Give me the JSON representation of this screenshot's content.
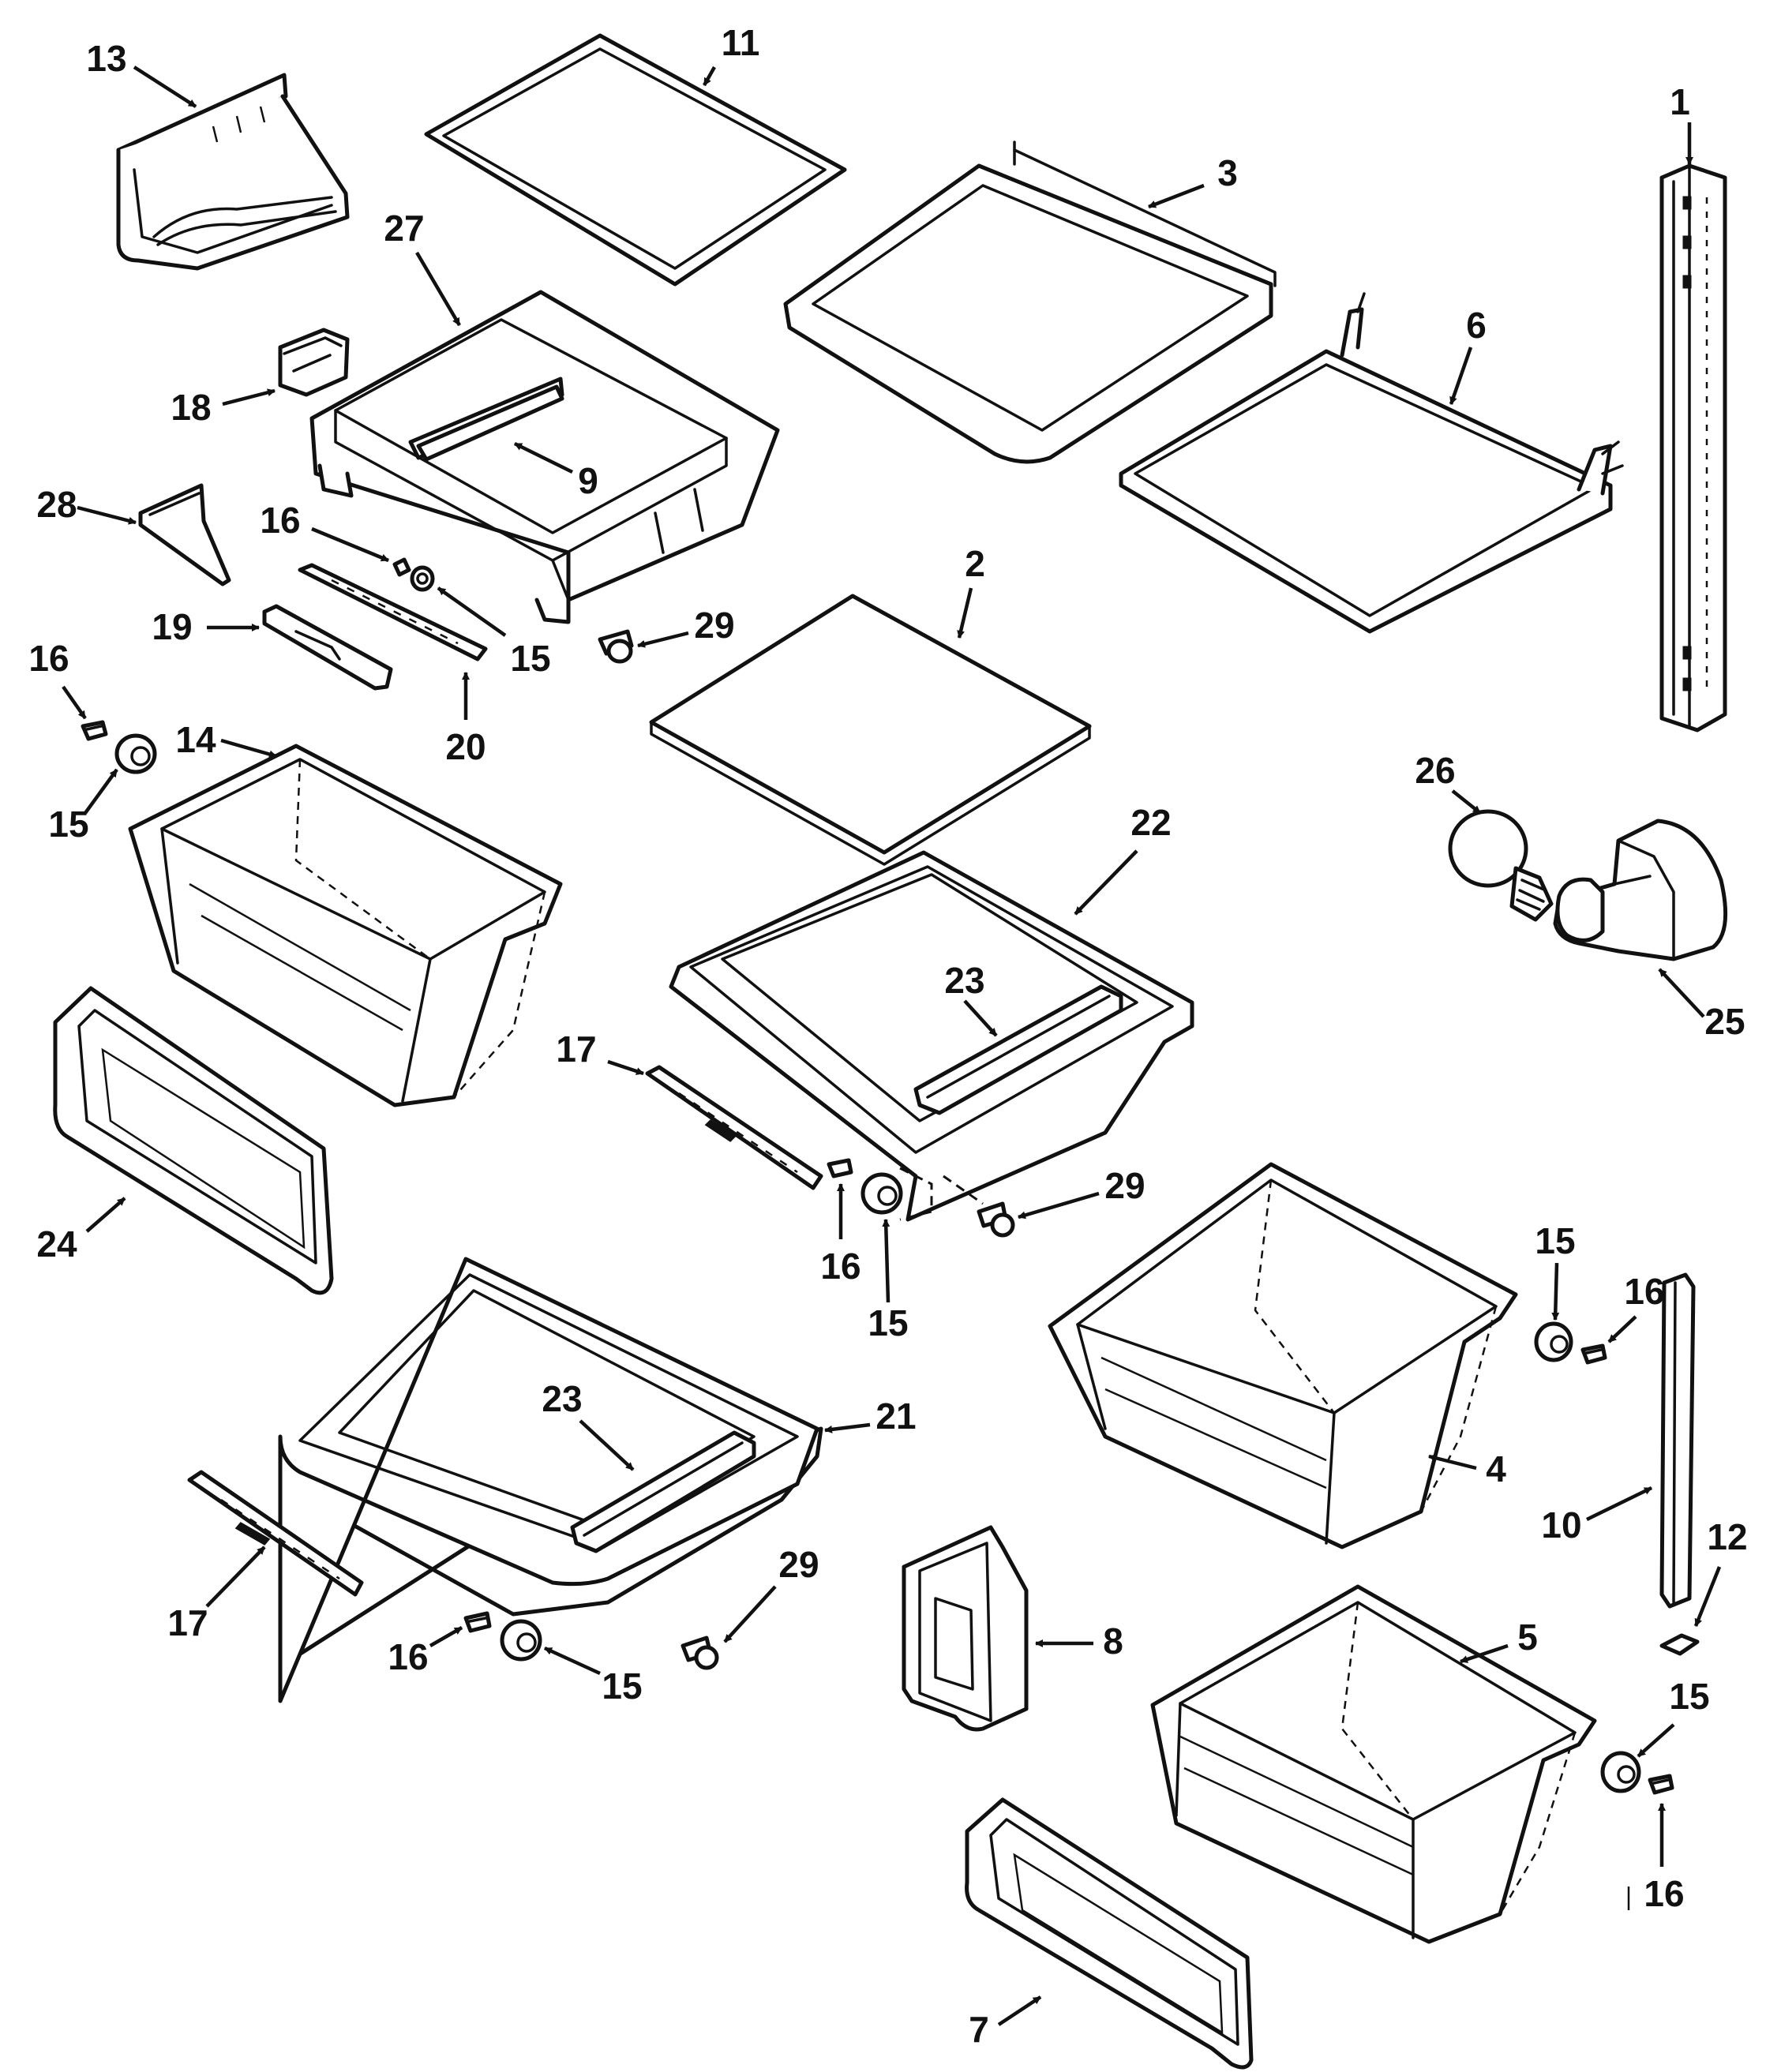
{
  "colors": {
    "ink": "#111111",
    "paper": "#ffffff"
  },
  "labels": [
    {
      "id": "l1",
      "text": "1"
    },
    {
      "id": "l2",
      "text": "2"
    },
    {
      "id": "l3",
      "text": "3"
    },
    {
      "id": "l4",
      "text": "4"
    },
    {
      "id": "l5",
      "text": "5"
    },
    {
      "id": "l6",
      "text": "6"
    },
    {
      "id": "l7",
      "text": "7"
    },
    {
      "id": "l8",
      "text": "8"
    },
    {
      "id": "l9",
      "text": "9"
    },
    {
      "id": "l10",
      "text": "10"
    },
    {
      "id": "l11",
      "text": "11"
    },
    {
      "id": "l12",
      "text": "12"
    },
    {
      "id": "l13",
      "text": "13"
    },
    {
      "id": "l14",
      "text": "14"
    },
    {
      "id": "l15a",
      "text": "15"
    },
    {
      "id": "l15b",
      "text": "15"
    },
    {
      "id": "l15c",
      "text": "15"
    },
    {
      "id": "l15d",
      "text": "15"
    },
    {
      "id": "l15e",
      "text": "15"
    },
    {
      "id": "l15f",
      "text": "15"
    },
    {
      "id": "l16a",
      "text": "16"
    },
    {
      "id": "l16b",
      "text": "16"
    },
    {
      "id": "l16c",
      "text": "16"
    },
    {
      "id": "l16d",
      "text": "16"
    },
    {
      "id": "l16e",
      "text": "16"
    },
    {
      "id": "l16f",
      "text": "16"
    },
    {
      "id": "l17a",
      "text": "17"
    },
    {
      "id": "l17b",
      "text": "17"
    },
    {
      "id": "l18",
      "text": "18"
    },
    {
      "id": "l19",
      "text": "19"
    },
    {
      "id": "l20",
      "text": "20"
    },
    {
      "id": "l21",
      "text": "21"
    },
    {
      "id": "l22",
      "text": "22"
    },
    {
      "id": "l23a",
      "text": "23"
    },
    {
      "id": "l23b",
      "text": "23"
    },
    {
      "id": "l24",
      "text": "24"
    },
    {
      "id": "l25",
      "text": "25"
    },
    {
      "id": "l26",
      "text": "26"
    },
    {
      "id": "l27",
      "text": "27"
    },
    {
      "id": "l28",
      "text": "28"
    },
    {
      "id": "l29a",
      "text": "29"
    },
    {
      "id": "l29b",
      "text": "29"
    },
    {
      "id": "l29c",
      "text": "29"
    }
  ]
}
